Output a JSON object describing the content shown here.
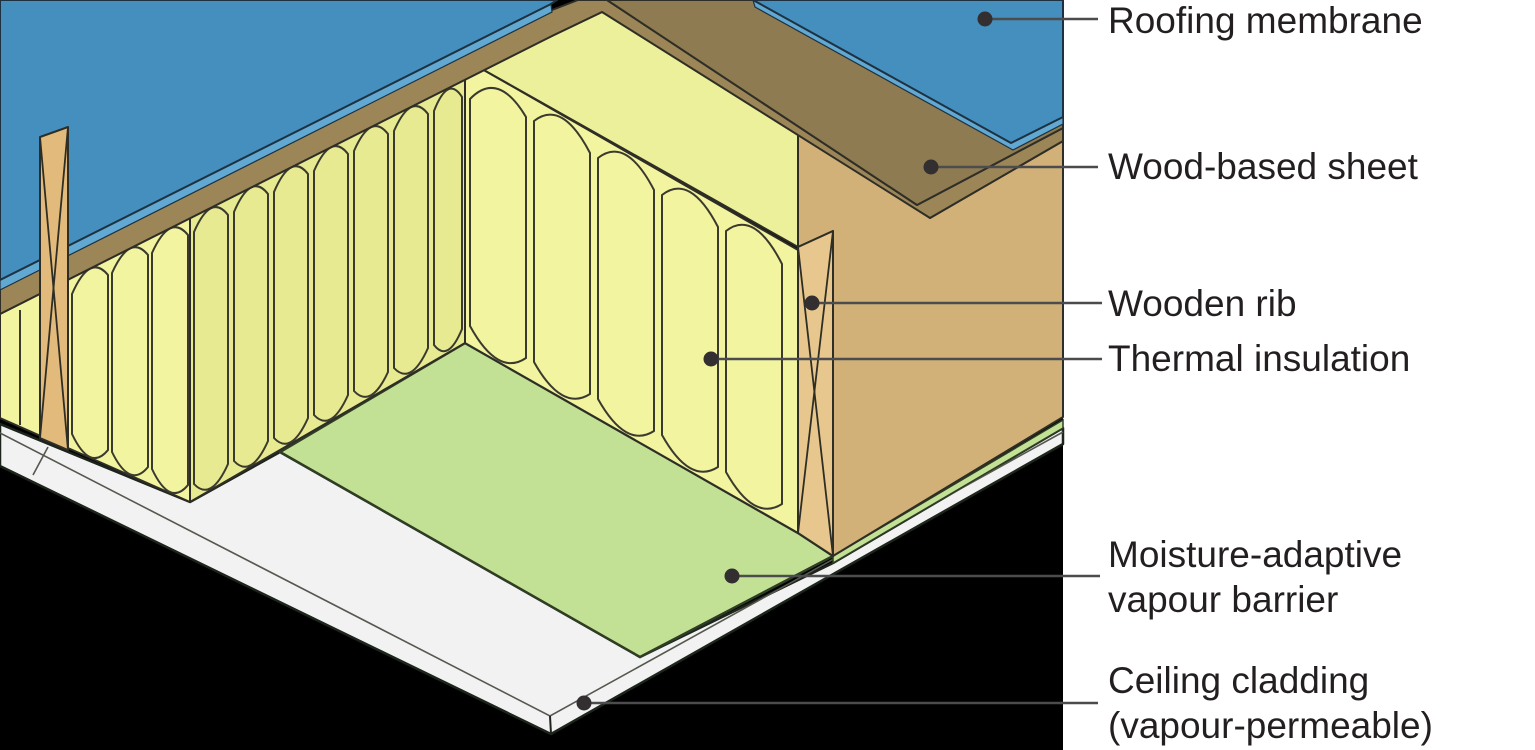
{
  "figure": {
    "type": "construction-cutaway-diagram",
    "subject": "Insulated flat roof build-up (isometric cutaway)"
  },
  "labels": [
    {
      "id": "roofing-membrane",
      "text": "Roofing membrane"
    },
    {
      "id": "wood-based-sheet",
      "text": "Wood-based sheet"
    },
    {
      "id": "wooden-rib",
      "text": "Wooden rib"
    },
    {
      "id": "thermal-insulation",
      "text": "Thermal insulation"
    },
    {
      "id": "vapour-barrier",
      "text": "Moisture-adaptive vapour barrier"
    },
    {
      "id": "ceiling-cladding",
      "text": "Ceiling cladding (vapour-permeable)"
    }
  ],
  "colors": {
    "background_black": "#000000",
    "panel_white": "#ffffff",
    "membrane_blue": "#458fbe",
    "membrane_edge_blue": "#61a8d2",
    "sheet_top_brown": "#8e7b51",
    "sheet_edge_brown": "#9c8658",
    "rib_face_tan": "#d2b178",
    "rib_section_tan": "#e7c78d",
    "rib_section_left_tan": "#e2ba7c",
    "insulation_yellow": "#f2f4a0",
    "insulation_shaded": "#e7ea91",
    "insulation_top": "#edf09a",
    "barrier_green": "#c3e195",
    "cladding_white": "#f2f2f2",
    "outline_dark": "#2e2e26",
    "leader_gray": "#4c4c4e",
    "dot_dark": "#332e30",
    "text_dark": "#231f20"
  }
}
